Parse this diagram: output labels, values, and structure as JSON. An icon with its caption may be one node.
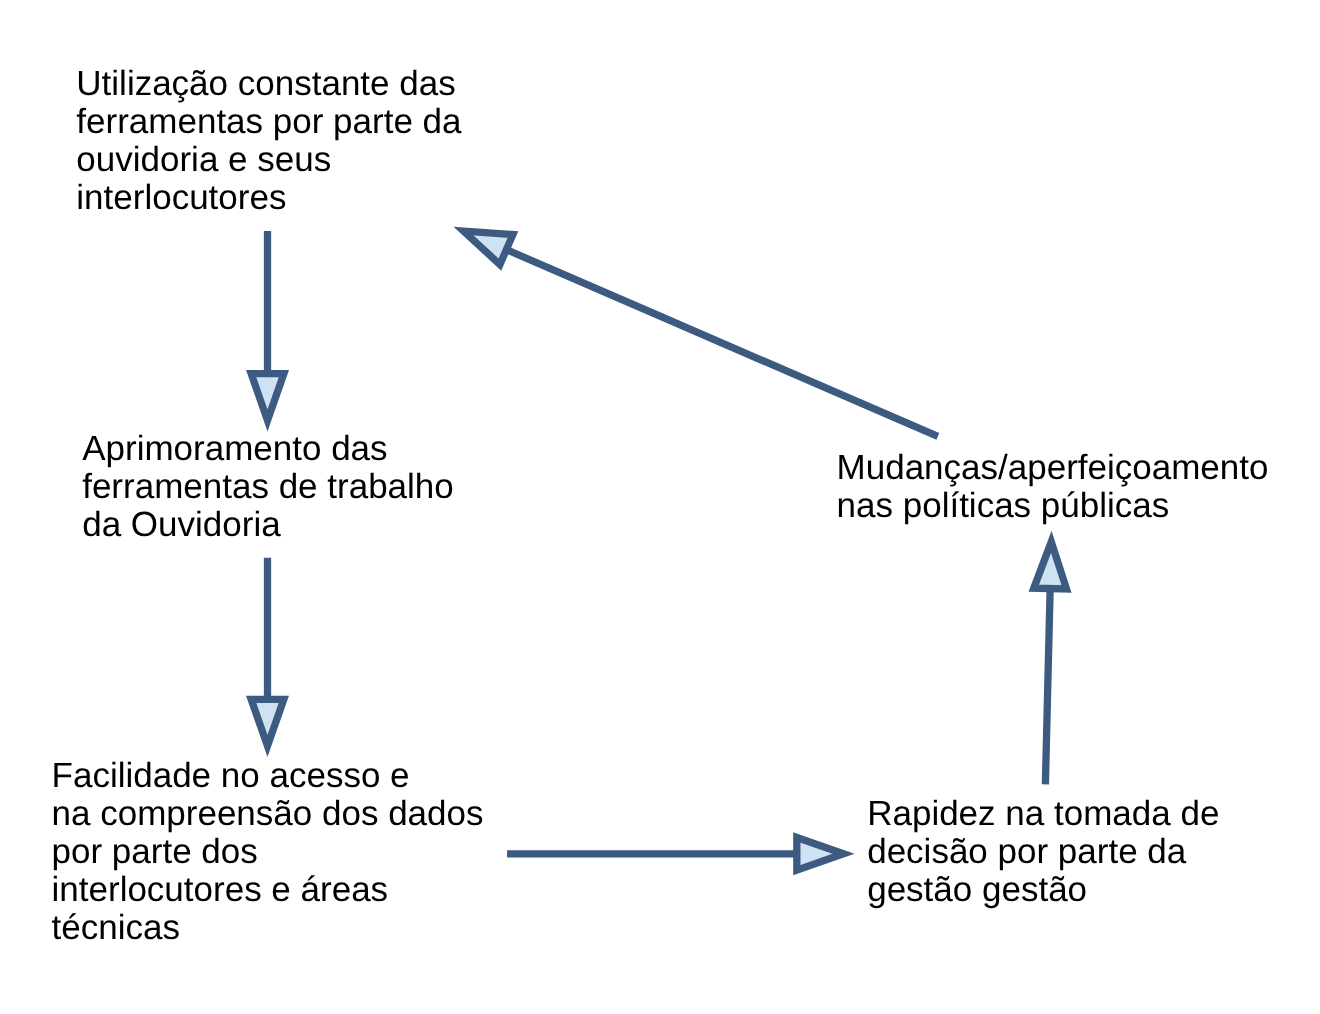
{
  "diagram": {
    "nodes": [
      {
        "text": [
          "Utilização constante das ferramentas por parte da ouvidoria e seus interlocutores"
        ]
      },
      {
        "text": [
          "Mudanças/aperfeiçoamento nas políticas públicas"
        ]
      },
      {
        "text": [
          "Aprimoramento das ferramentas de trabalho da Ouvidoria"
        ]
      },
      {
        "text": [
          "Rapidez na tomada de decisão por parte da gestão gestão"
        ]
      },
      {
        "text": [
          "Facilidade no acesso e na compreensão dos dados por parte dos interlocutores e áreas técnicas"
        ]
      }
    ],
    "edges": [
      {
        "from": 0,
        "to": 2,
        "arrow": "to"
      },
      {
        "from": 2,
        "to": 4,
        "arrow": "to"
      },
      {
        "from": 4,
        "to": 3,
        "arrow": "to"
      },
      {
        "from": 3,
        "to": 1,
        "arrow": "to"
      },
      {
        "from": 1,
        "to": 0,
        "arrow": "to"
      }
    ]
  }
}
